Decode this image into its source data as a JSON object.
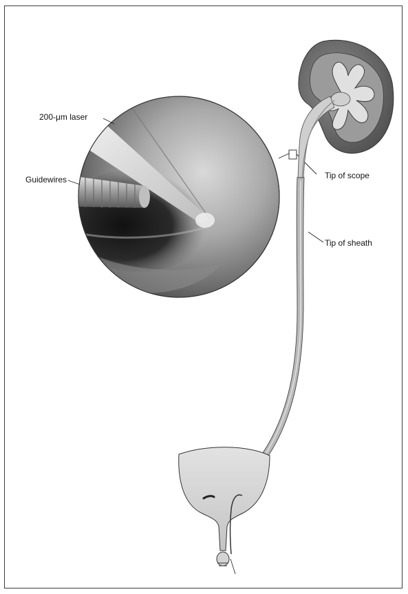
{
  "figure": {
    "labels": {
      "laser": "200-μm laser",
      "guidewires": "Guidewires",
      "tip_of_scope": "Tip of scope",
      "tip_of_sheath": "Tip of sheath"
    },
    "icons": {
      "kidney": "kidney-icon",
      "bladder": "bladder-icon",
      "endoscopic_view": "endoscopic-view-icon"
    }
  }
}
